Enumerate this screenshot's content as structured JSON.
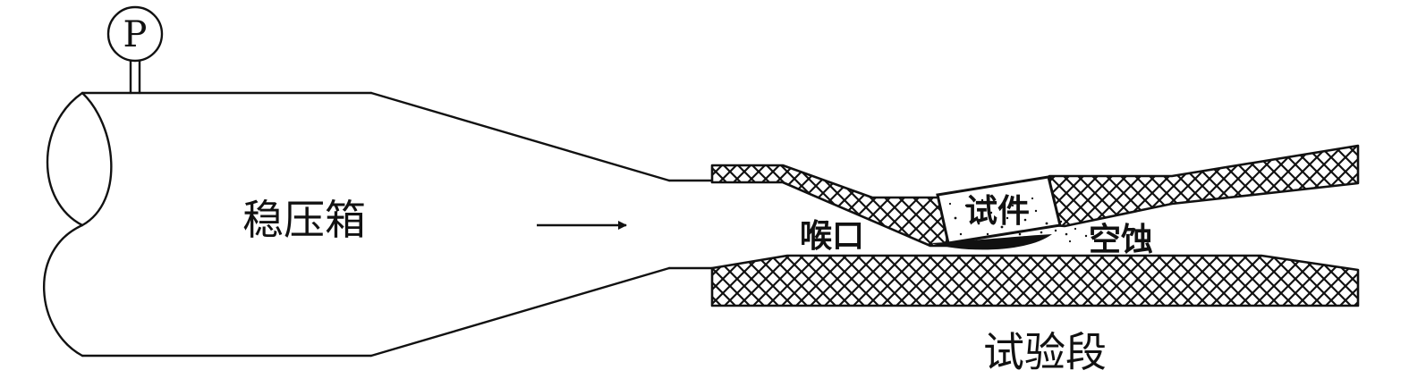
{
  "labels": {
    "gauge": "P",
    "settling_chamber": "稳压箱",
    "throat": "喉口",
    "specimen": "试件",
    "cavitation": "空蚀",
    "test_section": "试验段"
  },
  "colors": {
    "line": "#111111",
    "background": "#ffffff"
  },
  "icons": {
    "flow": "arrow-right-icon",
    "gauge": "pressure-gauge-icon"
  }
}
